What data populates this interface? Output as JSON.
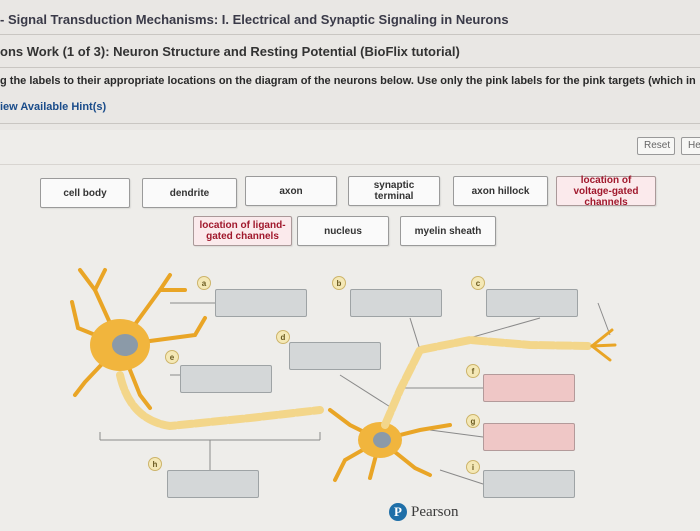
{
  "header": {
    "title": "- Signal Transduction Mechanisms: I. Electrical and Synaptic Signaling in Neurons",
    "subtitle": "ons Work (1 of 3): Neuron Structure and Resting Potential (BioFlix tutorial)",
    "instruction": "g the labels to their appropriate locations on the diagram of the neurons below. Use only the pink labels for the pink targets (which in",
    "hints_link": "iew Available Hint(s)"
  },
  "toolbar": {
    "reset_label": "Reset",
    "help_label": "He"
  },
  "labels": [
    {
      "text": "cell body",
      "pink": false
    },
    {
      "text": "dendrite",
      "pink": false
    },
    {
      "text": "axon",
      "pink": false
    },
    {
      "text": "synaptic terminal",
      "pink": false
    },
    {
      "text": "axon hillock",
      "pink": false
    },
    {
      "text": "location of voltage-gated channels",
      "pink": true
    },
    {
      "text": "location of ligand-gated channels",
      "pink": true
    },
    {
      "text": "nucleus",
      "pink": false
    },
    {
      "text": "myelin sheath",
      "pink": false
    }
  ],
  "markers": [
    "a",
    "b",
    "c",
    "d",
    "e",
    "f",
    "g",
    "h",
    "i"
  ],
  "footer": {
    "logo_letter": "P",
    "logo_text": "Pearson"
  },
  "colors": {
    "pink_label_text": "#a0182c",
    "pink_target": "#efc7c6",
    "gray_target": "#d4d7d8",
    "neuron": "#f0b43a",
    "myelin": "#f3d68a",
    "hint_link": "#1a4c8a"
  }
}
